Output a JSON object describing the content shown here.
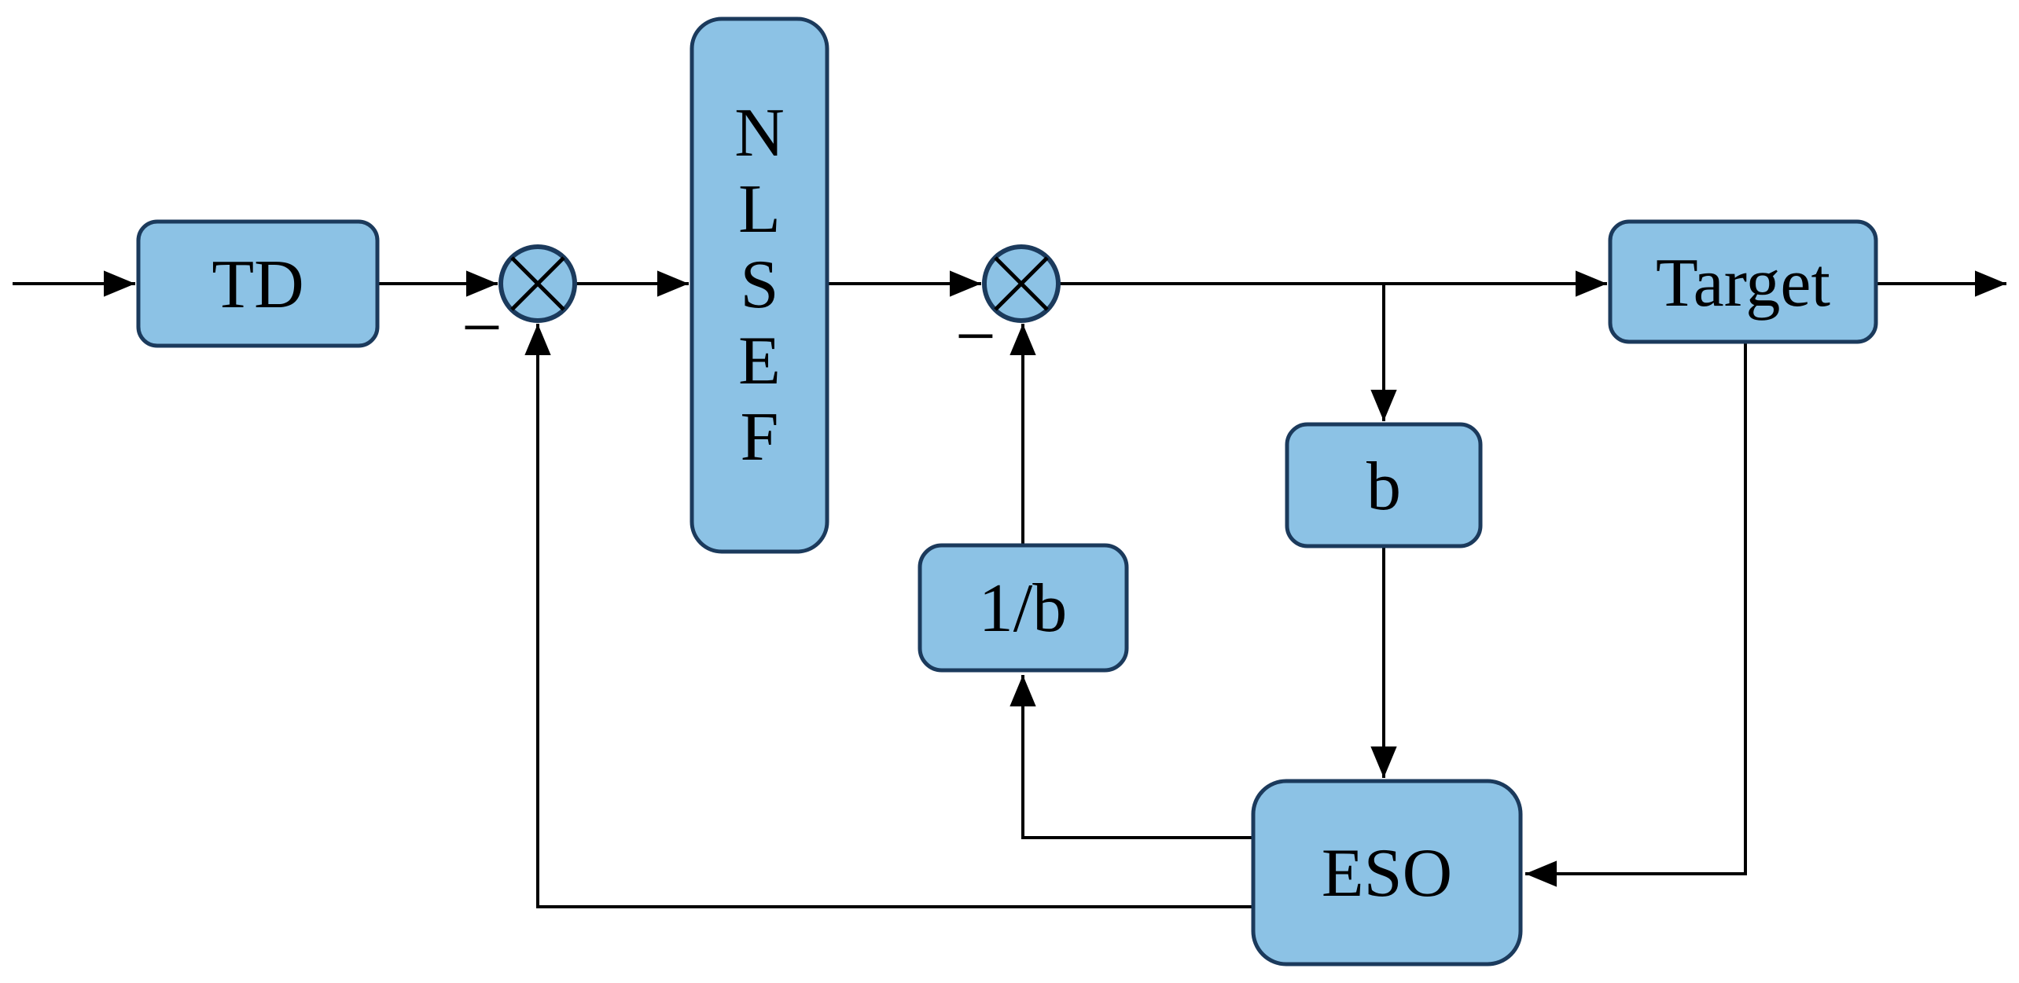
{
  "diagram": {
    "description": "Control system block diagram with trajectory tracking (TD), nonlinear state error feedback (NLSEF), extended state observer (ESO), gains b and 1/b, plant Target, and two circle-cross summing junctions with minus signs",
    "colors": {
      "block_fill": "#8cc2e5",
      "block_border": "#1b3a5c",
      "line": "#000000",
      "text": "#000000",
      "background": "#ffffff"
    },
    "blocks": {
      "td": {
        "label": "TD"
      },
      "nlsef": {
        "label": "NLSEF",
        "letters": [
          "N",
          "L",
          "S",
          "E",
          "F"
        ]
      },
      "target": {
        "label": "Target"
      },
      "gain_b": {
        "label": "b"
      },
      "gain_inv_b": {
        "label": "1/b"
      },
      "eso": {
        "label": "ESO"
      }
    },
    "junctions": {
      "sum1": {
        "symbol": "circle-cross",
        "sign": "−"
      },
      "sum2": {
        "symbol": "circle-cross",
        "sign": "−"
      }
    }
  }
}
